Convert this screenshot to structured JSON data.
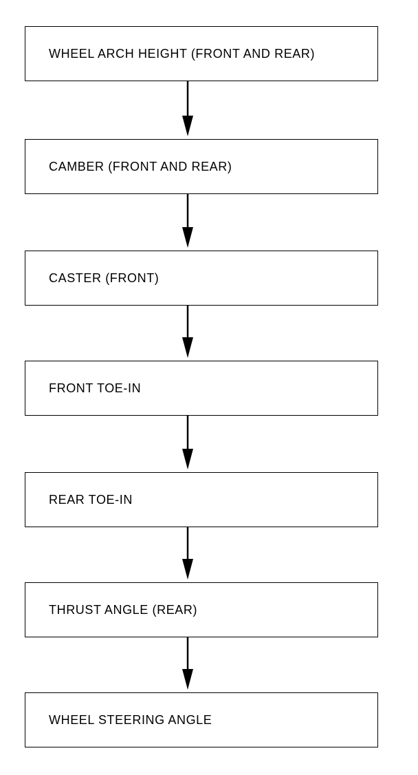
{
  "steps": [
    "WHEEL ARCH HEIGHT (FRONT AND REAR)",
    "CAMBER (FRONT AND REAR)",
    "CASTER (FRONT)",
    "FRONT TOE-IN",
    "REAR TOE-IN",
    "THRUST ANGLE (REAR)",
    "WHEEL STEERING ANGLE"
  ]
}
